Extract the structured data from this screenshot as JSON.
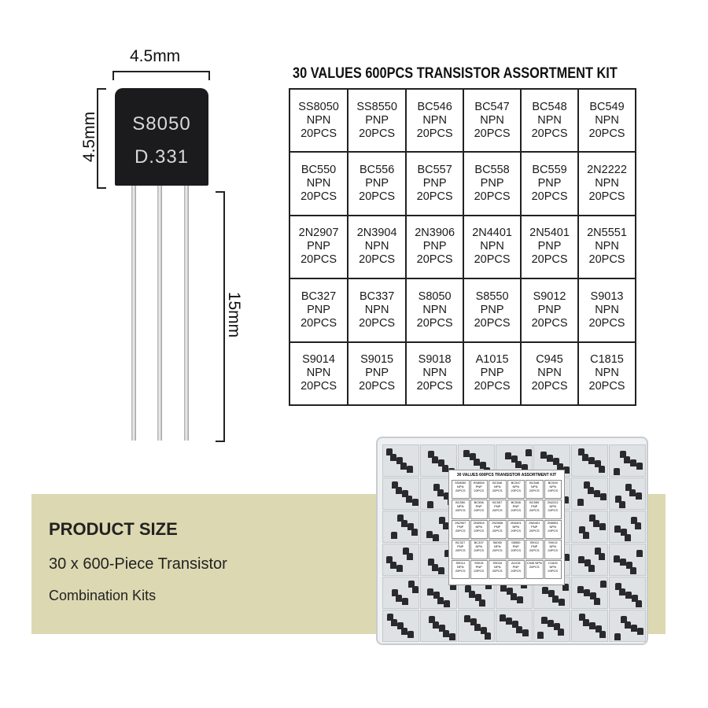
{
  "dimensions": {
    "width": "4.5mm",
    "height": "4.5mm",
    "lead_length": "15mm"
  },
  "transistor": {
    "marking_line1": "S8050",
    "marking_line2": "D.331"
  },
  "kit_table": {
    "title": "30 VALUES 600PCS TRANSISTOR ASSORTMENT KIT",
    "rows": [
      [
        [
          "SS8050",
          "NPN",
          "20PCS"
        ],
        [
          "SS8550",
          "PNP",
          "20PCS"
        ],
        [
          "BC546",
          "NPN",
          "20PCS"
        ],
        [
          "BC547",
          "NPN",
          "20PCS"
        ],
        [
          "BC548",
          "NPN",
          "20PCS"
        ],
        [
          "BC549",
          "NPN",
          "20PCS"
        ]
      ],
      [
        [
          "BC550",
          "NPN",
          "20PCS"
        ],
        [
          "BC556",
          "PNP",
          "20PCS"
        ],
        [
          "BC557",
          "PNP",
          "20PCS"
        ],
        [
          "BC558",
          "PNP",
          "20PCS"
        ],
        [
          "BC559",
          "PNP",
          "20PCS"
        ],
        [
          "2N2222",
          "NPN",
          "20PCS"
        ]
      ],
      [
        [
          "2N2907",
          "PNP",
          "20PCS"
        ],
        [
          "2N3904",
          "NPN",
          "20PCS"
        ],
        [
          "2N3906",
          "PNP",
          "20PCS"
        ],
        [
          "2N4401",
          "NPN",
          "20PCS"
        ],
        [
          "2N5401",
          "PNP",
          "20PCS"
        ],
        [
          "2N5551",
          "NPN",
          "20PCS"
        ]
      ],
      [
        [
          "BC327",
          "PNP",
          "20PCS"
        ],
        [
          "BC337",
          "NPN",
          "20PCS"
        ],
        [
          "S8050",
          "NPN",
          "20PCS"
        ],
        [
          "S8550",
          "PNP",
          "20PCS"
        ],
        [
          "S9012",
          "PNP",
          "20PCS"
        ],
        [
          "S9013",
          "NPN",
          "20PCS"
        ]
      ],
      [
        [
          "S9014",
          "NPN",
          "20PCS"
        ],
        [
          "S9015",
          "PNP",
          "20PCS"
        ],
        [
          "S9018",
          "NPN",
          "20PCS"
        ],
        [
          "A1015",
          "PNP",
          "20PCS"
        ],
        [
          "C945",
          "NPN",
          "20PCS"
        ],
        [
          "C1815",
          "NPN",
          "20PCS"
        ]
      ]
    ]
  },
  "banner": {
    "heading": "PRODUCT SIZE",
    "line1": "30 x 600-Piece Transistor",
    "line2": "Combination Kits",
    "color": "#dcd8b1"
  }
}
